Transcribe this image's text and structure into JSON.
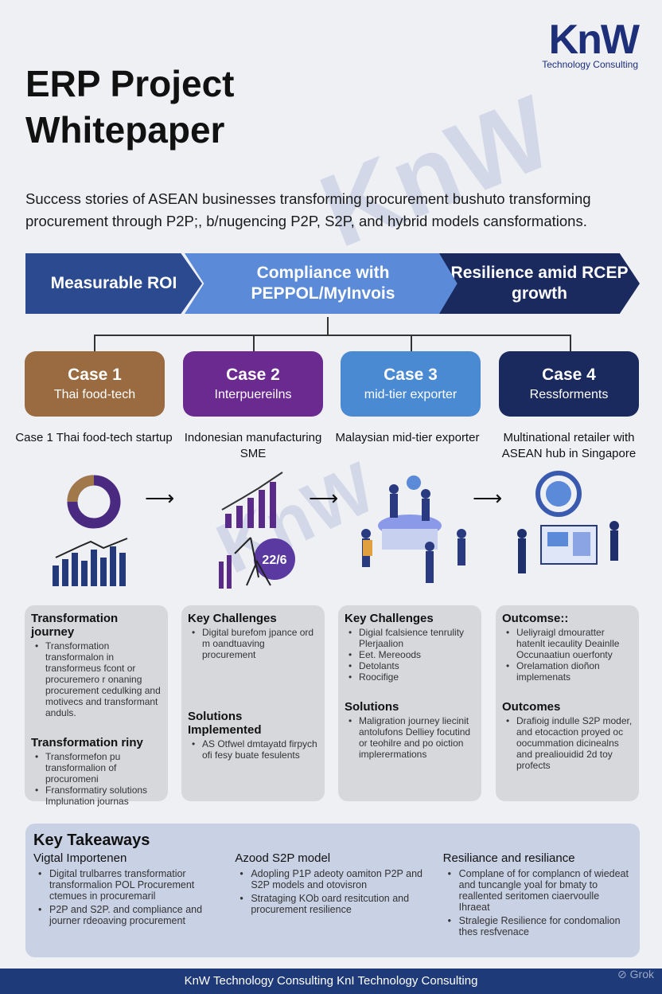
{
  "logo": {
    "mark": "KnW",
    "sub": "Technology Consulting"
  },
  "title": {
    "line1": "ERP Project",
    "line2": "Whitepaper"
  },
  "subtitle": "Success stories of ASEAN businesses transforming procurement bushuto transforming procurement through P2P;, b/nugencing P2P, S2P, and hybrid models cansformations.",
  "banner": [
    "Measurable ROI",
    "Compliance with PEPPOL/MyInvois",
    "Resilience amid RCEP growth"
  ],
  "cases": [
    {
      "title": "Case 1",
      "subtitle": "Thai food-tech",
      "desc": "Case 1 Thai food-tech startup",
      "color": "#9a6b40"
    },
    {
      "title": "Case 2",
      "subtitle": "Interpuereilns",
      "desc": "Indonesian manufacturing SME",
      "color": "#6b2a90"
    },
    {
      "title": "Case 3",
      "subtitle": "mid-tier exporter",
      "desc": "Malaysian mid-tier exporter",
      "color": "#4a8ad2"
    },
    {
      "title": "Case 4",
      "subtitle": "Ressforments",
      "desc": "Multinational retailer with ASEAN hub in Singapore",
      "color": "#1a2a5e"
    }
  ],
  "illustration_label": "22/6",
  "cards": [
    {
      "s1": {
        "heading": "Transformation journey",
        "items": [
          "Transformation transformalon in transformeus fcont or procuremero r onaning procurement cedulking and motivecs and transformant anduls."
        ]
      },
      "s2": {
        "heading": "Transformation riny",
        "items": [
          "Transformefon pu transformalion of procuromeni",
          "Fransformatiry solutions Implunation journas"
        ]
      }
    },
    {
      "s1": {
        "heading": "Key Challenges",
        "items": [
          "Digital burefom jpance ord m oandtuaving procurement"
        ]
      },
      "s2": {
        "heading": "Solutions Implemented",
        "items": [
          "AS Otfwel dmtayatd firpych ofi fesy buate fesulents"
        ]
      }
    },
    {
      "s1": {
        "heading": "Key Challenges",
        "items": [
          "Digial fcalsience tenrulity Plerjaalion",
          "Eet. Mereoods",
          "Detolants",
          "Roocifige"
        ]
      },
      "s2": {
        "heading": "Solutions",
        "items": [
          "Maligration journey liecinit antolufons Delliey focutind or teohilre and po oiction implerermations"
        ]
      }
    },
    {
      "s1": {
        "heading": "Outcomse::",
        "items": [
          "Ueliyraigl dmouratter hatenlt iecaulity Deainlle Occunaatiun ouerfonty",
          "Orelamation dioñon implemenats"
        ]
      },
      "s2": {
        "heading": "Outcomes",
        "items": [
          "Drafioig indulle S2P moder, and etocaction proyed oc oocummation dicinealns and prealiouidid 2d toy profects"
        ]
      }
    }
  ],
  "takeaways": {
    "title": "Key Takeaways",
    "columns": [
      {
        "heading": "Vigtal Importenen",
        "items": [
          "Digital trulbarres transformatior transformalion POL Procurement ctemues in procuremaril",
          "P2P and S2P. and compliance and journer rdeoaving procurement"
        ]
      },
      {
        "heading": "Azood S2P model",
        "items": [
          "Adopling P1P adeoty oamiton P2P and S2P models and otovisron",
          "Strataging KOb oard resitcution and procurement resilience"
        ]
      },
      {
        "heading": "Resiliance and resiliance",
        "items": [
          "Complane of for complancn of wiedeat and tuncangle yoal for bmaty to reallented seritomen ciaervoulle Ihraeat",
          "Stralegie Resilience for condomalion thes resfvenace"
        ]
      }
    ]
  },
  "footer": "KnW Technology Consulting KnI Technology Consulting",
  "badge": "Grok"
}
